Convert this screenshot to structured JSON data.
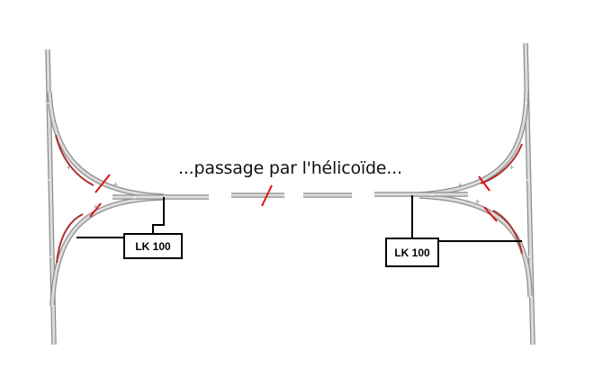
{
  "caption": "...passage par l'hélicoïde...",
  "lk_left": "LK 100",
  "lk_right": "LK 100",
  "colors": {
    "rail": "#9a9a9a",
    "rail_fill": "#d9d9d9",
    "highlight": "#b03030",
    "cut_mark": "#e01010",
    "wire": "#000000"
  }
}
